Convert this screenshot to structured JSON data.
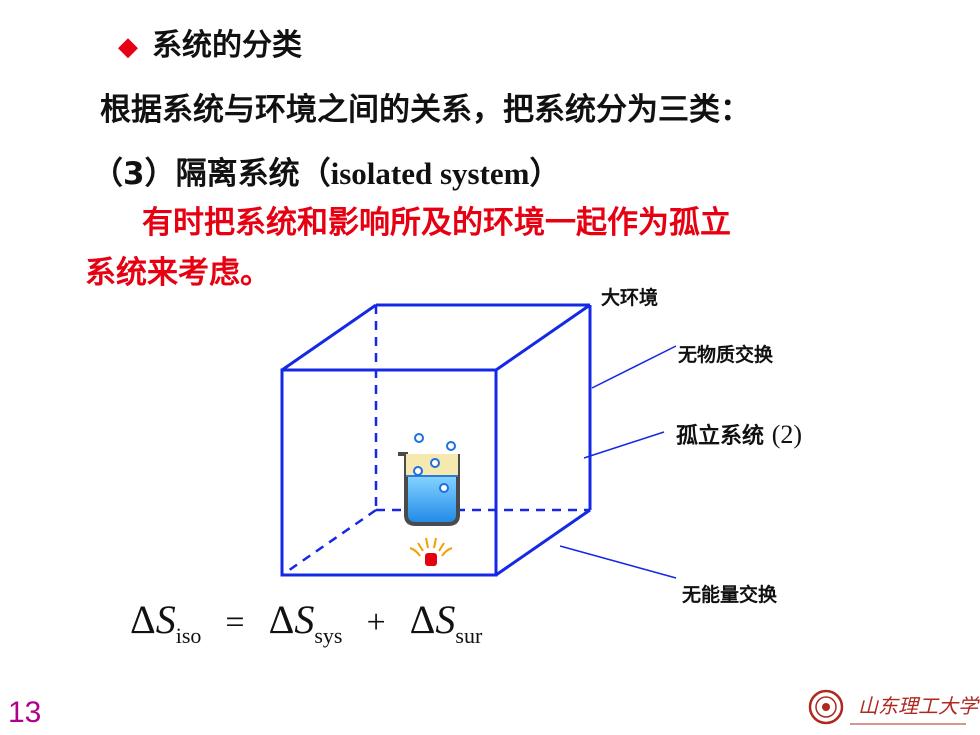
{
  "heading": {
    "bullet": "◆",
    "text": "系统的分类"
  },
  "intro": "根据系统与环境之间的关系，把系统分为三类：",
  "subtitle": {
    "prefix": "（3）隔离系统（",
    "english": "isolated  system",
    "suffix": "）"
  },
  "note": {
    "line1": "有时把系统和影响所及的环境一起作为孤立",
    "line2": "系统来考虑。"
  },
  "diagram": {
    "surroundings_label": "大环境",
    "no_matter_label": "无物质交换",
    "isolated_label": "孤立系统",
    "isolated_number": "(2)",
    "no_energy_label": "无能量交换",
    "colors": {
      "box": "#1428e6",
      "flame": "#e60012",
      "liquid": "#3fa0ff"
    }
  },
  "formula": {
    "delta": "Δ",
    "S": "S",
    "iso": "iso",
    "eq": "=",
    "sys": "sys",
    "plus": "+",
    "sur": "sur"
  },
  "page_number": "13",
  "logo": {
    "text": "山东理工大学",
    "icon": "university-seal-icon"
  }
}
